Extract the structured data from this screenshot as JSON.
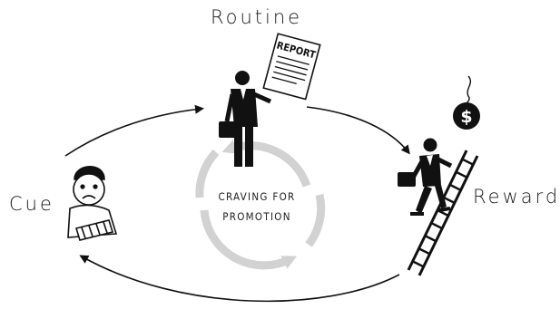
{
  "diagram": {
    "stages": {
      "routine": "Routine",
      "cue": "Cue",
      "reward": "Reward"
    },
    "center_label": [
      "CRAVING FOR",
      "PROMOTION"
    ],
    "report_label": "REPORT",
    "reward_symbol": "$"
  },
  "colors": {
    "ink": "#111111",
    "craving_ring": "#d2d2d2",
    "paper": "#ffffff"
  }
}
